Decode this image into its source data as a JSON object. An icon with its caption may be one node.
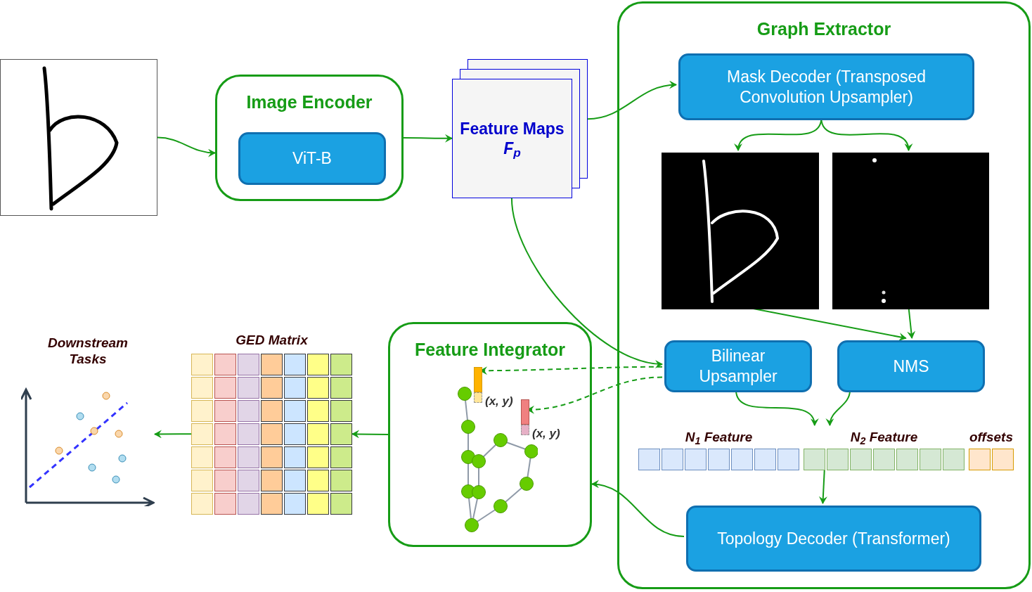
{
  "diagram": {
    "nodes": [
      {
        "text": [],
        "shape": "picture"
      },
      {
        "text": [
          "Image Encoder"
        ]
      },
      {
        "text": [
          "ViT-B"
        ],
        "in": 1
      },
      {
        "text": [
          "Feature Maps",
          "F$_{p}$"
        ]
      },
      {
        "text": [
          "Graph Extractor"
        ]
      },
      {
        "text": [
          "Mask Decoder (Transposed Convolution Upsampler)"
        ],
        "in": 4
      },
      {
        "text": [],
        "shape": "picture",
        "in": 4
      },
      {
        "text": [],
        "shape": "picture",
        "in": 4
      },
      {
        "text": [
          "Bilinear Upsampler"
        ],
        "in": 4
      },
      {
        "text": [
          "NMS"
        ],
        "in": 4
      },
      {
        "text": [
          "N$_{1}$ Feature",
          "N$_{2}$ Feature",
          "offsets"
        ],
        "in": 4
      },
      {
        "text": [
          "Topology Decoder (Transformer)"
        ],
        "in": 4
      },
      {
        "text": [
          "Feature Integrator"
        ]
      },
      {
        "text": [],
        "shape": "bar",
        "in": 12,
        "beside": [
          "(x, y)"
        ]
      },
      {
        "text": [],
        "shape": "bar",
        "in": 12,
        "beside": [
          "(x, y)"
        ]
      },
      {
        "text": [
          "GED Matrix"
        ]
      },
      {
        "text": [
          "Downstream Tasks"
        ]
      }
    ],
    "edges": [
      {
        "from": 0,
        "to": 1,
        "arrow": "to"
      },
      {
        "from": 1,
        "to": 3,
        "arrow": "to"
      },
      {
        "from": 3,
        "to": 5,
        "arrow": "to"
      },
      {
        "from": 5,
        "to": 6,
        "arrow": "to"
      },
      {
        "from": 5,
        "to": 7,
        "arrow": "to"
      },
      {
        "from": 3,
        "to": 8,
        "arrow": "to"
      },
      {
        "from": 6,
        "to": 9,
        "arrow": "to"
      },
      {
        "from": 7,
        "to": 9,
        "arrow": "to"
      },
      {
        "from": 8,
        "to": 10,
        "arrow": "to"
      },
      {
        "from": 9,
        "to": 10,
        "arrow": "to"
      },
      {
        "from": 10,
        "to": 11,
        "arrow": "to"
      },
      {
        "from": 11,
        "to": 12,
        "arrow": "to"
      },
      {
        "from": 8,
        "to": 13,
        "arrow": "to",
        "style": "dashed"
      },
      {
        "from": 8,
        "to": 14,
        "arrow": "to",
        "style": "dashed"
      },
      {
        "from": 12,
        "to": 15,
        "arrow": "to"
      },
      {
        "from": 15,
        "to": 16,
        "arrow": "to"
      }
    ]
  }
}
